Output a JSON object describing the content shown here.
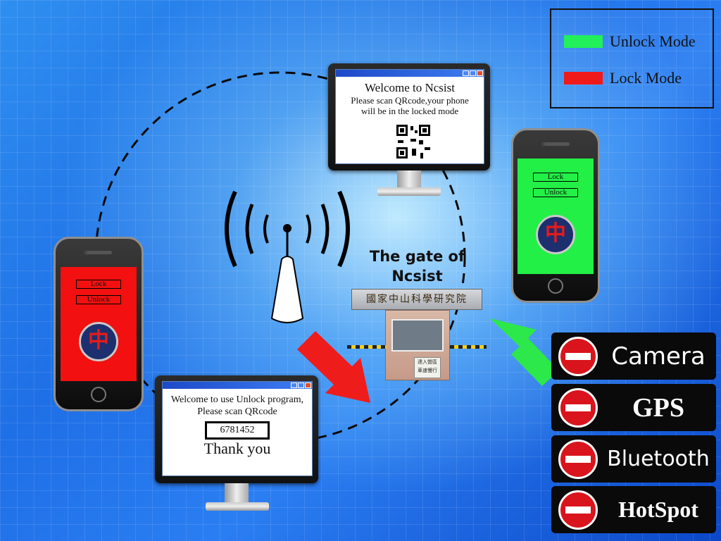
{
  "legend": {
    "items": [
      {
        "label": "Unlock Mode",
        "color": "#22f05a"
      },
      {
        "label": "Lock Mode",
        "color": "#f01a1a"
      }
    ]
  },
  "top_monitor": {
    "line1": "Welcome to Ncsist",
    "line2": "Please scan QRcode,your phone",
    "line3": "will be in the locked mode"
  },
  "bottom_monitor": {
    "line1": "Welcome to use Unlock program,",
    "line2": "Please scan QRcode",
    "code": "6781452",
    "thanks": "Thank you"
  },
  "left_phone": {
    "screen_color": "#f21010",
    "lock_label": "Lock",
    "unlock_label": "Unlock",
    "emblem_char": "中"
  },
  "right_phone": {
    "screen_color": "#22f046",
    "lock_label": "Lock",
    "unlock_label": "Unlock",
    "emblem_char": "中"
  },
  "gate": {
    "title": "The gate of Ncsist",
    "sign": "國家中山科學研究院",
    "door_sign": "達入營區 車速慢行"
  },
  "arrows": {
    "in_color": "#ef1c1c",
    "out_color": "#2ce84a"
  },
  "disabled_features": [
    {
      "label": "Camera"
    },
    {
      "label": "GPS"
    },
    {
      "label": "Bluetooth"
    },
    {
      "label": "HotSpot"
    }
  ]
}
